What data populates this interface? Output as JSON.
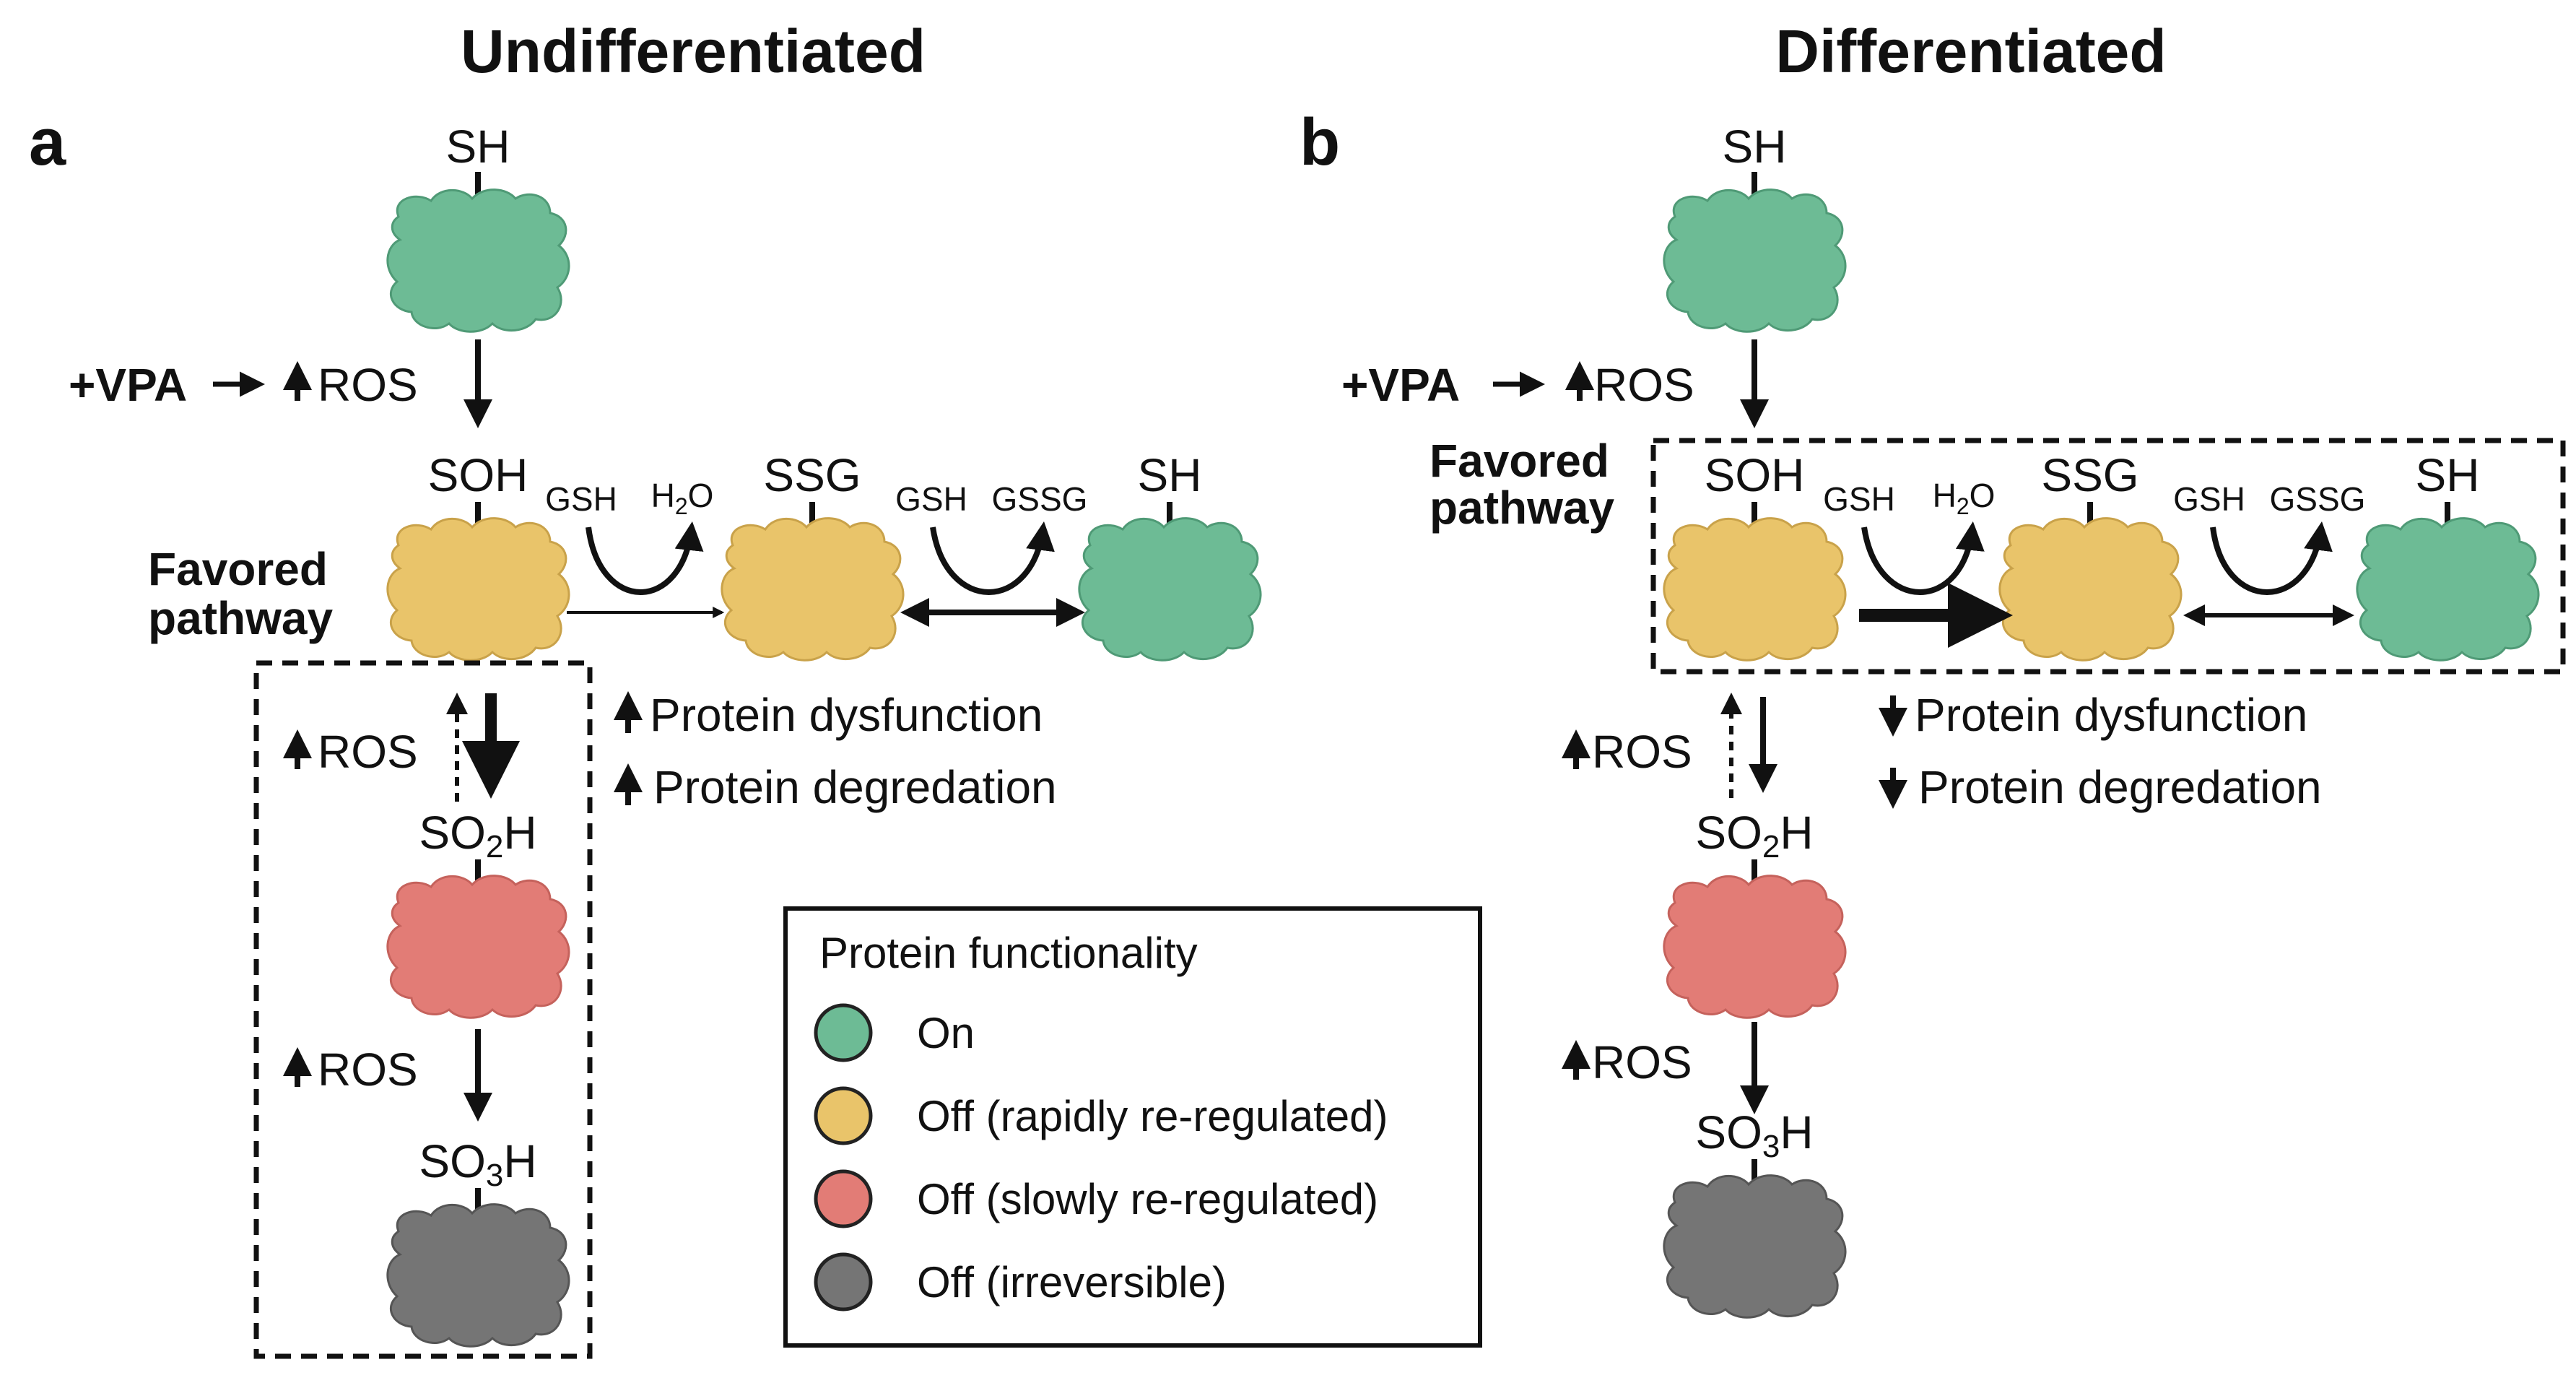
{
  "titles": {
    "undifferentiated": "Undifferentiated",
    "differentiated": "Differentiated"
  },
  "panels": {
    "a": "a",
    "b": "b"
  },
  "states": {
    "sh": "SH",
    "soh": "SOH",
    "ssg": "SSG",
    "so2h": {
      "base": "SO",
      "sub": "2",
      "tail": "H"
    },
    "so3h": {
      "base": "SO",
      "sub": "3",
      "tail": "H"
    }
  },
  "stimulus": {
    "vpa": "+VPA",
    "ros": "ROS"
  },
  "favored_pathway": {
    "line1": "Favored",
    "line2": "pathway"
  },
  "reaction_labels": {
    "gsh": "GSH",
    "h2o": {
      "base": "H",
      "sub": "2",
      "tail": "O"
    },
    "gssg": "GSSG"
  },
  "outcomes": {
    "dysfunction": "Protein dysfunction",
    "degradation": "Protein degredation",
    "up_arrow": "increase",
    "down_arrow": "decrease"
  },
  "legend": {
    "title": "Protein functionality",
    "items": [
      {
        "label": "On",
        "color": "#6dbb95"
      },
      {
        "label": "Off (rapidly re-regulated)",
        "color": "#e9c46a"
      },
      {
        "label": "Off (slowly re-regulated)",
        "color": "#e27c76"
      },
      {
        "label": "Off (irreversible)",
        "color": "#757575"
      }
    ]
  },
  "colors": {
    "on": "#6dbb95",
    "rapid": "#e9c46a",
    "slow": "#e27c76",
    "irreversible": "#757575"
  }
}
